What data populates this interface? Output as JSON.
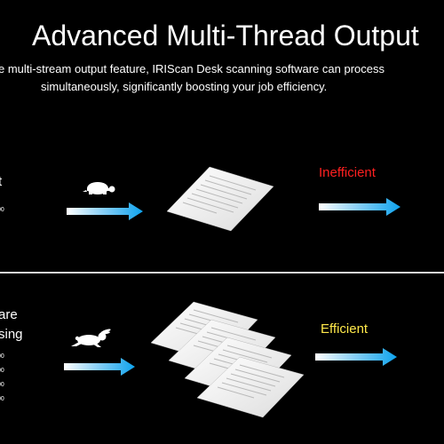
{
  "title": "Advanced Multi-Thread Output",
  "subtitle_line1": "e multi-stream output feature, IRIScan Desk scanning software can process",
  "subtitle_line2": "simultaneously, significantly boosting your job efficiency.",
  "top_section": {
    "label": "t",
    "small_text": "00",
    "status": "Inefficient",
    "status_color": "#ff2020",
    "animal_icon": "turtle-icon"
  },
  "bottom_section": {
    "label_line1": "are",
    "label_line2": "sing",
    "small_texts": [
      "00",
      "00",
      "00",
      "00"
    ],
    "status": "Efficient",
    "status_color": "#ffe94a",
    "animal_icon": "rabbit-icon"
  },
  "colors": {
    "background": "#000000",
    "arrow_start": "#ffffff",
    "arrow_end": "#1aa8ee"
  }
}
